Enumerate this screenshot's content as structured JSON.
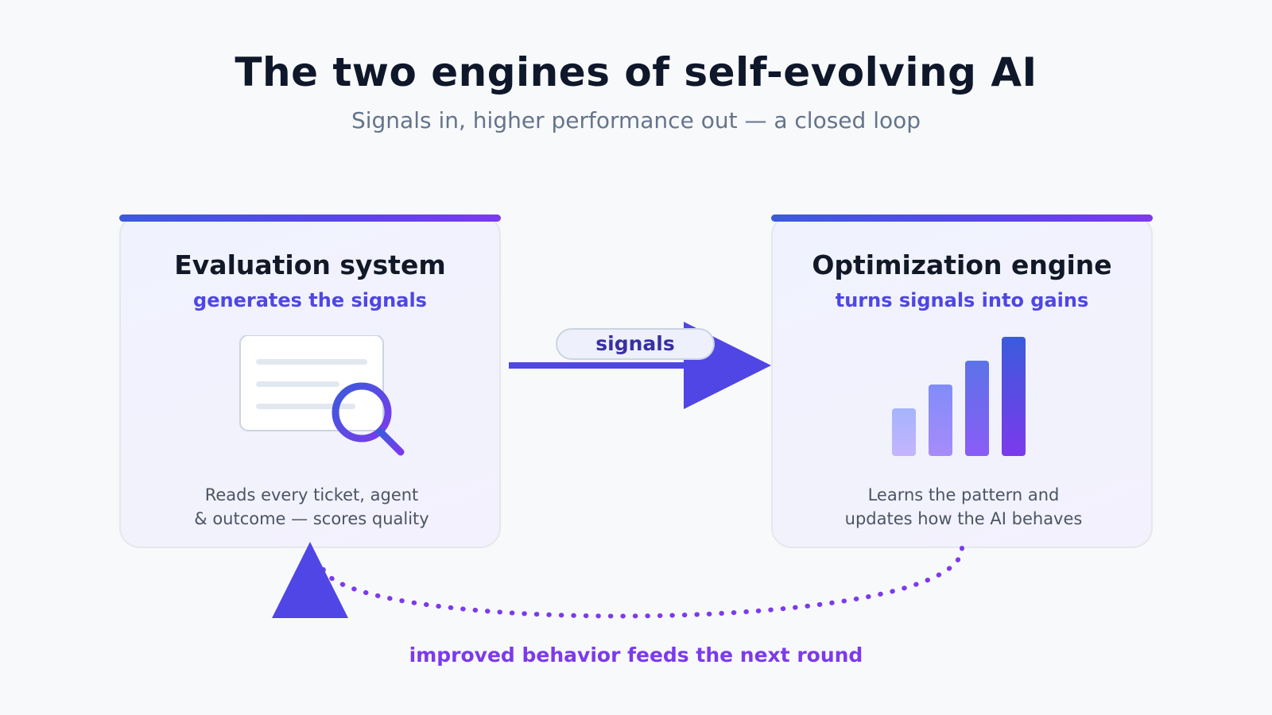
{
  "header": {
    "title": "The two engines of self-evolving AI",
    "subtitle": "Signals in, higher performance out — a closed loop"
  },
  "evaluation": {
    "title": "Evaluation system",
    "subtitle": "generates the signals",
    "description_line1": "Reads every ticket, agent",
    "description_line2": "& outcome — scores quality",
    "icon": "document-magnifier-icon"
  },
  "optimization": {
    "title": "Optimization engine",
    "subtitle": "turns signals into gains",
    "description_line1": "Learns the pattern and",
    "description_line2": "updates how the AI behaves",
    "icon": "bar-growth-icon"
  },
  "connector": {
    "label": "signals"
  },
  "loop": {
    "label": "improved behavior feeds the next round"
  },
  "colors": {
    "accent_indigo": "#4f46e5",
    "accent_purple": "#7c3aed",
    "accent_blue": "#3b5bdb",
    "title_dark": "#0f172a",
    "muted": "#64748b"
  }
}
